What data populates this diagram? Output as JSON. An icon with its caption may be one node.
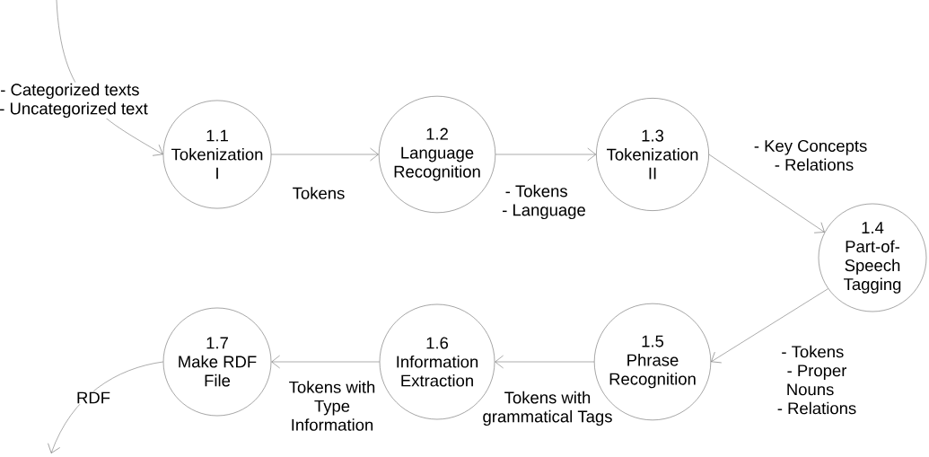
{
  "diagram": {
    "nodes": [
      {
        "text": [
          "1.1",
          "Tokenization I"
        ]
      },
      {
        "text": [
          "1.2",
          "Language Recognition"
        ]
      },
      {
        "text": [
          "1.3",
          "Tokenization II"
        ]
      },
      {
        "text": [
          "1.4",
          "Part-of-Speech Tagging"
        ]
      },
      {
        "text": [
          "1.5",
          "Phrase Recognition"
        ]
      },
      {
        "text": [
          "1.6",
          "Information Extraction"
        ]
      },
      {
        "text": [
          "1.7",
          "Make RDF File"
        ]
      }
    ],
    "edges": [
      {
        "from": null,
        "to": 0,
        "arrow": "to",
        "label": "- Categorized texts - Uncategorized text"
      },
      {
        "from": 0,
        "to": 1,
        "arrow": "to",
        "label": "Tokens"
      },
      {
        "from": 1,
        "to": 2,
        "arrow": "to",
        "label": "- Tokens - Language"
      },
      {
        "from": 2,
        "to": 3,
        "arrow": "to",
        "label": "- Key Concepts - Relations"
      },
      {
        "from": 3,
        "to": 4,
        "arrow": "to",
        "label": "- Tokens - Proper Nouns - Relations"
      },
      {
        "from": 4,
        "to": 5,
        "arrow": "to",
        "label": "Tokens with grammatical Tags"
      },
      {
        "from": 5,
        "to": 6,
        "arrow": "to",
        "label": "Tokens with Type Information"
      },
      {
        "from": 6,
        "to": null,
        "arrow": "to",
        "label": "RDF"
      }
    ]
  }
}
